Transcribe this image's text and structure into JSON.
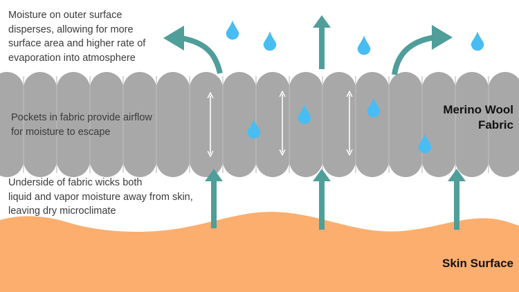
{
  "colors": {
    "background": "#ffffff",
    "fabric": "#a8a8a8",
    "skin": "#fcae6e",
    "arrow": "#4f9e9a",
    "droplet": "#47bdf3",
    "airflow_arrow": "#ffffff",
    "text": "#3a3a3a",
    "title_text": "#111111"
  },
  "labels": {
    "fabric_title": [
      "Merino Wool",
      "Fabric"
    ],
    "skin_title": "Skin Surface",
    "top_note": [
      "Moisture on outer surface",
      "disperses, allowing for more",
      "surface area and higher rate of",
      "evaporation into atmosphere"
    ],
    "middle_note": [
      "Pockets in fabric provide airflow",
      "for moisture to escape"
    ],
    "bottom_note": [
      "Underside of fabric wicks both",
      "liquid and vapor moisture away from skin,",
      " leaving dry microclimate"
    ]
  },
  "icons": {
    "droplet": "water-droplet-icon",
    "up_arrow": "up-arrow-icon",
    "curved_arrow": "curved-arrow-icon",
    "airflow_arrow": "double-headed-arrow-icon"
  }
}
